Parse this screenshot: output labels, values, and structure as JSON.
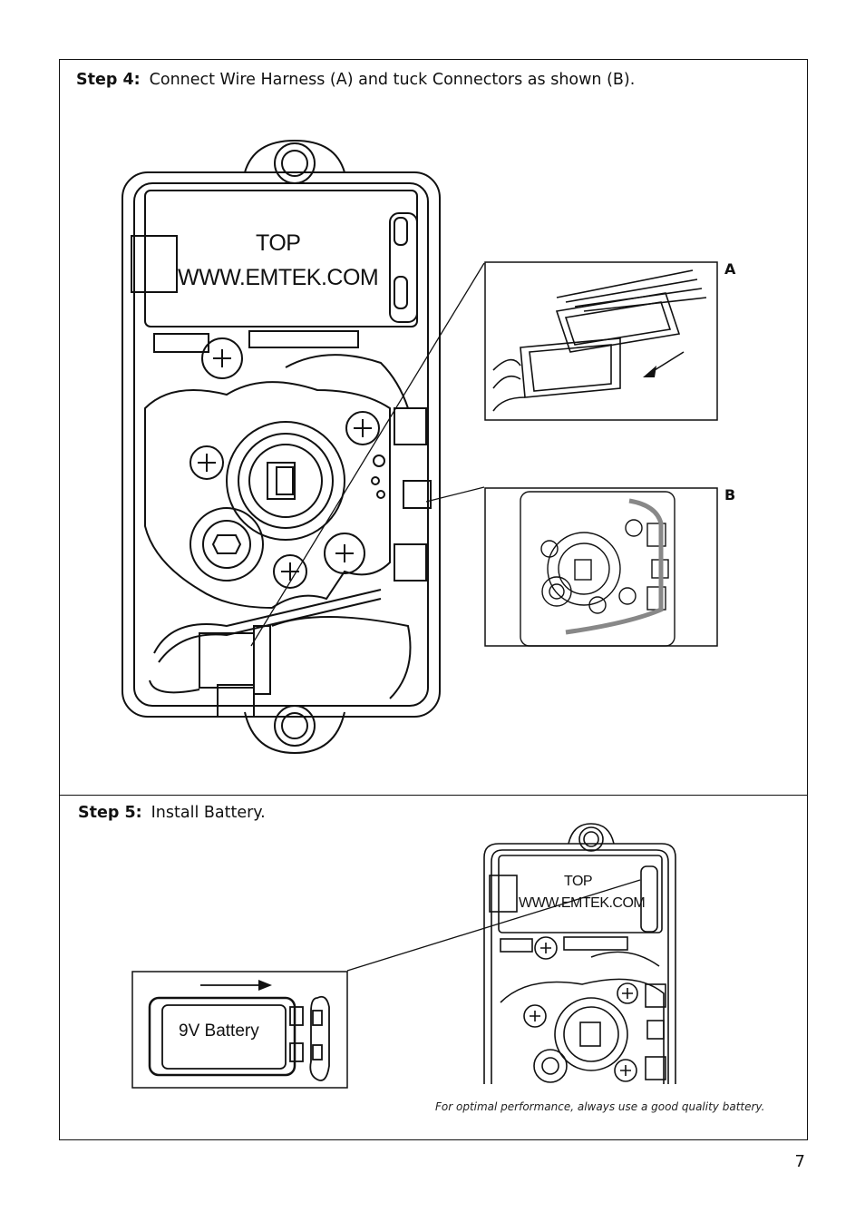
{
  "step4": {
    "label": "Step 4:",
    "text": "Connect Wire Harness (A) and tuck Connectors as shown (B).",
    "callout_a": "A",
    "callout_b": "B",
    "housing_top": "TOP",
    "housing_url": "WWW.EMTEK.COM"
  },
  "step5": {
    "label": "Step 5:",
    "text": "Install Battery.",
    "battery_label": "9V Battery",
    "housing_top": "TOP",
    "housing_url": "WWW.EMTEK.COM",
    "note": "For optimal performance, always use a good quality battery."
  },
  "page_number": "7",
  "colors": {
    "line": "#111111",
    "background": "#ffffff",
    "wire_highlight": "#888888"
  }
}
